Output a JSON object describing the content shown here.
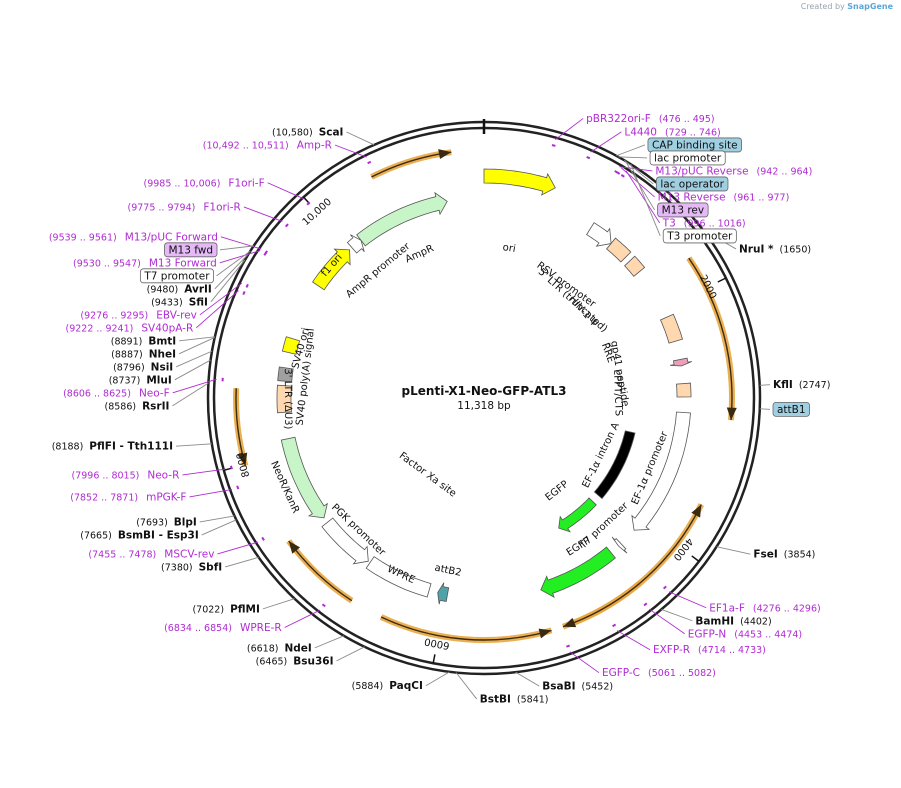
{
  "watermark": {
    "prefix": "Created by",
    "brand": "SnapGene"
  },
  "plasmid": {
    "name": "pLenti-X1-Neo-GFP-ATL3",
    "size": "11,318 bp"
  },
  "ticks": [
    {
      "label": "2000",
      "bp": 2000
    },
    {
      "label": "4000",
      "bp": 4000
    },
    {
      "label": "6000",
      "bp": 6000
    },
    {
      "label": "8000",
      "bp": 8000
    },
    {
      "label": "10,000",
      "bp": 10000
    }
  ],
  "enzymes": [
    {
      "name": "ScaI",
      "pos": "(10,580)",
      "bp": 10580,
      "side": "L"
    },
    {
      "name": "NruI *",
      "pos": "(1650)",
      "bp": 1650,
      "side": "R"
    },
    {
      "name": "KflI",
      "pos": "(2747)",
      "bp": 2747,
      "side": "R"
    },
    {
      "name": "FseI",
      "pos": "(3854)",
      "bp": 3854,
      "side": "R"
    },
    {
      "name": "BamHI",
      "pos": "(4402)",
      "bp": 4402,
      "side": "R"
    },
    {
      "name": "BsaBI",
      "pos": "(5452)",
      "bp": 5452,
      "side": "R"
    },
    {
      "name": "BstBI",
      "pos": "(5841)",
      "bp": 5841,
      "side": "R"
    },
    {
      "name": "PaqCI",
      "pos": "(5884)",
      "bp": 5884,
      "side": "L"
    },
    {
      "name": "Bsu36I",
      "pos": "(6465)",
      "bp": 6465,
      "side": "L"
    },
    {
      "name": "NdeI",
      "pos": "(6618)",
      "bp": 6618,
      "side": "L"
    },
    {
      "name": "PflMI",
      "pos": "(7022)",
      "bp": 7022,
      "side": "L"
    },
    {
      "name": "SbfI",
      "pos": "(7380)",
      "bp": 7380,
      "side": "L"
    },
    {
      "name": "BsmBI - Esp3I",
      "pos": "(7665)",
      "bp": 7665,
      "side": "L"
    },
    {
      "name": "BlpI",
      "pos": "(7693)",
      "bp": 7693,
      "side": "L"
    },
    {
      "name": "PflFI - Tth111I",
      "pos": "(8188)",
      "bp": 8188,
      "side": "L"
    },
    {
      "name": "RsrII",
      "pos": "(8586)",
      "bp": 8586,
      "side": "L"
    },
    {
      "name": "MluI",
      "pos": "(8737)",
      "bp": 8737,
      "side": "L"
    },
    {
      "name": "NsiI",
      "pos": "(8796)",
      "bp": 8796,
      "side": "L"
    },
    {
      "name": "NheI",
      "pos": "(8887)",
      "bp": 8887,
      "side": "L"
    },
    {
      "name": "BmtI",
      "pos": "(8891)",
      "bp": 8891,
      "side": "L"
    },
    {
      "name": "SfiI",
      "pos": "(9433)",
      "bp": 9433,
      "side": "L"
    },
    {
      "name": "AvrII",
      "pos": "(9480)",
      "bp": 9480,
      "side": "L"
    }
  ],
  "primers": [
    {
      "name": "pBR322ori-F",
      "pos": "(476 .. 495)",
      "bp": 485,
      "side": "R"
    },
    {
      "name": "L4440",
      "pos": "(729 .. 746)",
      "bp": 737,
      "side": "R"
    },
    {
      "name": "M13/pUC Reverse",
      "pos": "(942 .. 964)",
      "bp": 953,
      "side": "R"
    },
    {
      "name": "M13 Reverse",
      "pos": "(961 .. 977)",
      "bp": 969,
      "side": "R"
    },
    {
      "name": "T3",
      "pos": "(996 .. 1016)",
      "bp": 1006,
      "side": "R"
    },
    {
      "name": "EF1a-F",
      "pos": "(4276 .. 4296)",
      "bp": 4286,
      "side": "R"
    },
    {
      "name": "EGFP-N",
      "pos": "(4453 .. 4474)",
      "bp": 4463,
      "side": "R"
    },
    {
      "name": "EXFP-R",
      "pos": "(4714 .. 4733)",
      "bp": 4723,
      "side": "R"
    },
    {
      "name": "EGFP-C",
      "pos": "(5061 .. 5082)",
      "bp": 5071,
      "side": "R"
    },
    {
      "name": "WPRE-R",
      "pos": "(6834 .. 6854)",
      "bp": 6844,
      "side": "L"
    },
    {
      "name": "MSCV-rev",
      "pos": "(7455 .. 7478)",
      "bp": 7466,
      "side": "L"
    },
    {
      "name": "mPGK-F",
      "pos": "(7852 .. 7871)",
      "bp": 7861,
      "side": "L"
    },
    {
      "name": "Neo-R",
      "pos": "(7996 .. 8015)",
      "bp": 8005,
      "side": "L"
    },
    {
      "name": "Neo-F",
      "pos": "(8606 .. 8625)",
      "bp": 8615,
      "side": "L"
    },
    {
      "name": "SV40pA-R",
      "pos": "(9222 .. 9241)",
      "bp": 9231,
      "side": "L"
    },
    {
      "name": "EBV-rev",
      "pos": "(9276 .. 9295)",
      "bp": 9285,
      "side": "L"
    },
    {
      "name": "M13 Forward",
      "pos": "(9530 .. 9547)",
      "bp": 9538,
      "side": "L"
    },
    {
      "name": "M13/pUC Forward",
      "pos": "(9539 .. 9561)",
      "bp": 9550,
      "side": "L"
    },
    {
      "name": "F1ori-R",
      "pos": "(9775 .. 9794)",
      "bp": 9784,
      "side": "L"
    },
    {
      "name": "F1ori-F",
      "pos": "(9985 .. 10,006)",
      "bp": 9995,
      "side": "L"
    },
    {
      "name": "Amp-R",
      "pos": "(10,492 .. 10,511)",
      "bp": 10501,
      "side": "L"
    }
  ],
  "boxes": [
    {
      "text": "CAP binding site",
      "bp": 900,
      "style": "teal"
    },
    {
      "text": "lac promoter",
      "bp": 915,
      "style": "white"
    },
    {
      "text": "lac operator",
      "bp": 960,
      "style": "teal"
    },
    {
      "text": "M13 rev",
      "bp": 969,
      "style": "violet"
    },
    {
      "text": "T3 promoter",
      "bp": 1010,
      "style": "white"
    },
    {
      "text": "attB1",
      "bp": 2900,
      "style": "teal"
    },
    {
      "text": "M13 fwd",
      "bp": 9540,
      "style": "violet"
    },
    {
      "text": "T7 promoter",
      "bp": 9500,
      "style": "white"
    }
  ],
  "features": [
    {
      "name": "ori",
      "start": 0,
      "end": 589,
      "color": "#ffff00",
      "dir": 1,
      "track": "outer"
    },
    {
      "name": "RSV promoter",
      "start": 1010,
      "end": 1240,
      "color": "#ffffff",
      "dir": 1,
      "track": "inner"
    },
    {
      "name": "5' LTR (truncated)",
      "start": 1240,
      "end": 1420,
      "color": "#ffd8b0",
      "dir": 0,
      "track": "inner"
    },
    {
      "name": "HIV-1 Ψ",
      "start": 1470,
      "end": 1600,
      "color": "#ffd8b0",
      "dir": 0,
      "track": "inner"
    },
    {
      "name": "RRE",
      "start": 2080,
      "end": 2310,
      "color": "#ffd8b0",
      "dir": 0,
      "track": "inner"
    },
    {
      "name": "gp41 peptide",
      "start": 2480,
      "end": 2540,
      "color": "#e9a0b8",
      "dir": 1,
      "track": "inner"
    },
    {
      "name": "cPPT/CTS",
      "start": 2700,
      "end": 2820,
      "color": "#ffd8b0",
      "dir": 0,
      "track": "inner"
    },
    {
      "name": "EF-1α promoter",
      "start": 2960,
      "end": 4130,
      "color": "#ffffff",
      "dir": 1,
      "track": "inner"
    },
    {
      "name": "EF-1α intron A",
      "start": 3240,
      "end": 4100,
      "color": "#000000",
      "dir": 0,
      "track": "deep"
    },
    {
      "name": "T7 promoter",
      "start": 4300,
      "end": 4330,
      "color": "#ffffff",
      "dir": 1,
      "track": "inner"
    },
    {
      "name": "EGFP",
      "start": 4420,
      "end": 5140,
      "color": "#22ee22",
      "dir": 1,
      "track": "inner"
    },
    {
      "name": "EGFP",
      "start": 4200,
      "end": 4720,
      "color": "#22ee22",
      "dir": 1,
      "track": "deep"
    },
    {
      "name": "attB2",
      "start": 5990,
      "end": 6080,
      "color": "#4fa3a8",
      "dir": 1,
      "track": "inner"
    },
    {
      "name": "WPRE",
      "start": 6160,
      "end": 6750,
      "color": "#ffffff",
      "dir": 0,
      "track": "inner"
    },
    {
      "name": "PGK promoter",
      "start": 6770,
      "end": 7280,
      "color": "#ffffff",
      "dir": -1,
      "track": "inner"
    },
    {
      "name": "NeoR/KanR",
      "start": 7330,
      "end": 8120,
      "color": "#c8f5c8",
      "dir": -1,
      "track": "inner"
    },
    {
      "name": "3' LTR (ΔU3)",
      "start": 8360,
      "end": 8600,
      "color": "#ffd8b0",
      "dir": 0,
      "track": "inner"
    },
    {
      "name": "SV40 poly(A) signal",
      "start": 8640,
      "end": 8760,
      "color": "#a0a0a0",
      "dir": 0,
      "track": "inner"
    },
    {
      "name": "SV40 ori",
      "start": 8900,
      "end": 9030,
      "color": "#ffff00",
      "dir": 0,
      "track": "inner"
    },
    {
      "name": "f1 ori",
      "start": 9560,
      "end": 9990,
      "color": "#ffff00",
      "dir": 1,
      "track": "inner"
    },
    {
      "name": "AmpR promoter",
      "start": 10020,
      "end": 10125,
      "color": "#ffffff",
      "dir": 1,
      "track": "inner"
    },
    {
      "name": "AmpR",
      "start": 10125,
      "end": 10985,
      "color": "#c8f5c8",
      "dir": 1,
      "track": "inner"
    }
  ],
  "feature_labels": [
    {
      "text": "ori",
      "bp": 300,
      "r": 152
    },
    {
      "text": "RSV promoter",
      "bp": 1130,
      "r": 140
    },
    {
      "text": "5' LTR (truncated)",
      "bp": 1330,
      "r": 132
    },
    {
      "text": "HIV-1 Ψ",
      "bp": 1540,
      "r": 132
    },
    {
      "text": "RRE",
      "bp": 2200,
      "r": 132
    },
    {
      "text": "gp41 peptide",
      "bp": 2510,
      "r": 138
    },
    {
      "text": "cPPT/CTS",
      "bp": 2760,
      "r": 134
    },
    {
      "text": "EF-1α promoter",
      "bp": 3550,
      "r": 180
    },
    {
      "text": "EF-1α intron A",
      "bp": 3650,
      "r": 130
    },
    {
      "text": "T7 promoter",
      "bp": 4300,
      "r": 175
    },
    {
      "text": "EGFP",
      "bp": 4640,
      "r": 176
    },
    {
      "text": "EGFP",
      "bp": 4460,
      "r": 118
    },
    {
      "text": "attB2",
      "bp": 6030,
      "r": 176
    },
    {
      "text": "WPRE",
      "bp": 6450,
      "r": 195
    },
    {
      "text": "PGK promoter",
      "bp": 7030,
      "r": 182
    },
    {
      "text": "NeoR/KanR",
      "bp": 7730,
      "r": 218
    },
    {
      "text": "Factor Xa site",
      "bp": 6800,
      "r": 95
    },
    {
      "text": "3' LTR (ΔU3)",
      "bp": 8480,
      "r": 196
    },
    {
      "text": "SV40 poly(A) signal",
      "bp": 8700,
      "r": 180
    },
    {
      "text": "SV40 ori",
      "bp": 8965,
      "r": 190
    },
    {
      "text": "f1 ori",
      "bp": 9780,
      "r": 202
    },
    {
      "text": "AmpR promoter",
      "bp": 10070,
      "r": 166
    },
    {
      "text": "AmpR",
      "bp": 10560,
      "r": 158
    }
  ],
  "orfs": [
    {
      "start": 10470,
      "end": 11080,
      "dir": 1
    },
    {
      "start": 1750,
      "end": 2990,
      "dir": 1
    },
    {
      "start": 3650,
      "end": 5000,
      "dir": -1
    },
    {
      "start": 4400,
      "end": 5060,
      "dir": 1
    },
    {
      "start": 5150,
      "end": 6450,
      "dir": -1
    },
    {
      "start": 6700,
      "end": 7350,
      "dir": 1
    },
    {
      "start": 7990,
      "end": 8560,
      "dir": -1
    }
  ],
  "colors": {
    "backbone": "#222222",
    "orf_fill": "#e9a640",
    "orf_edge": "#3a2a10",
    "primer": "#b02bd3",
    "leader": "#8a8a8a",
    "teal_box": "#9fcfe0",
    "violet_box": "#e4b9f5"
  }
}
